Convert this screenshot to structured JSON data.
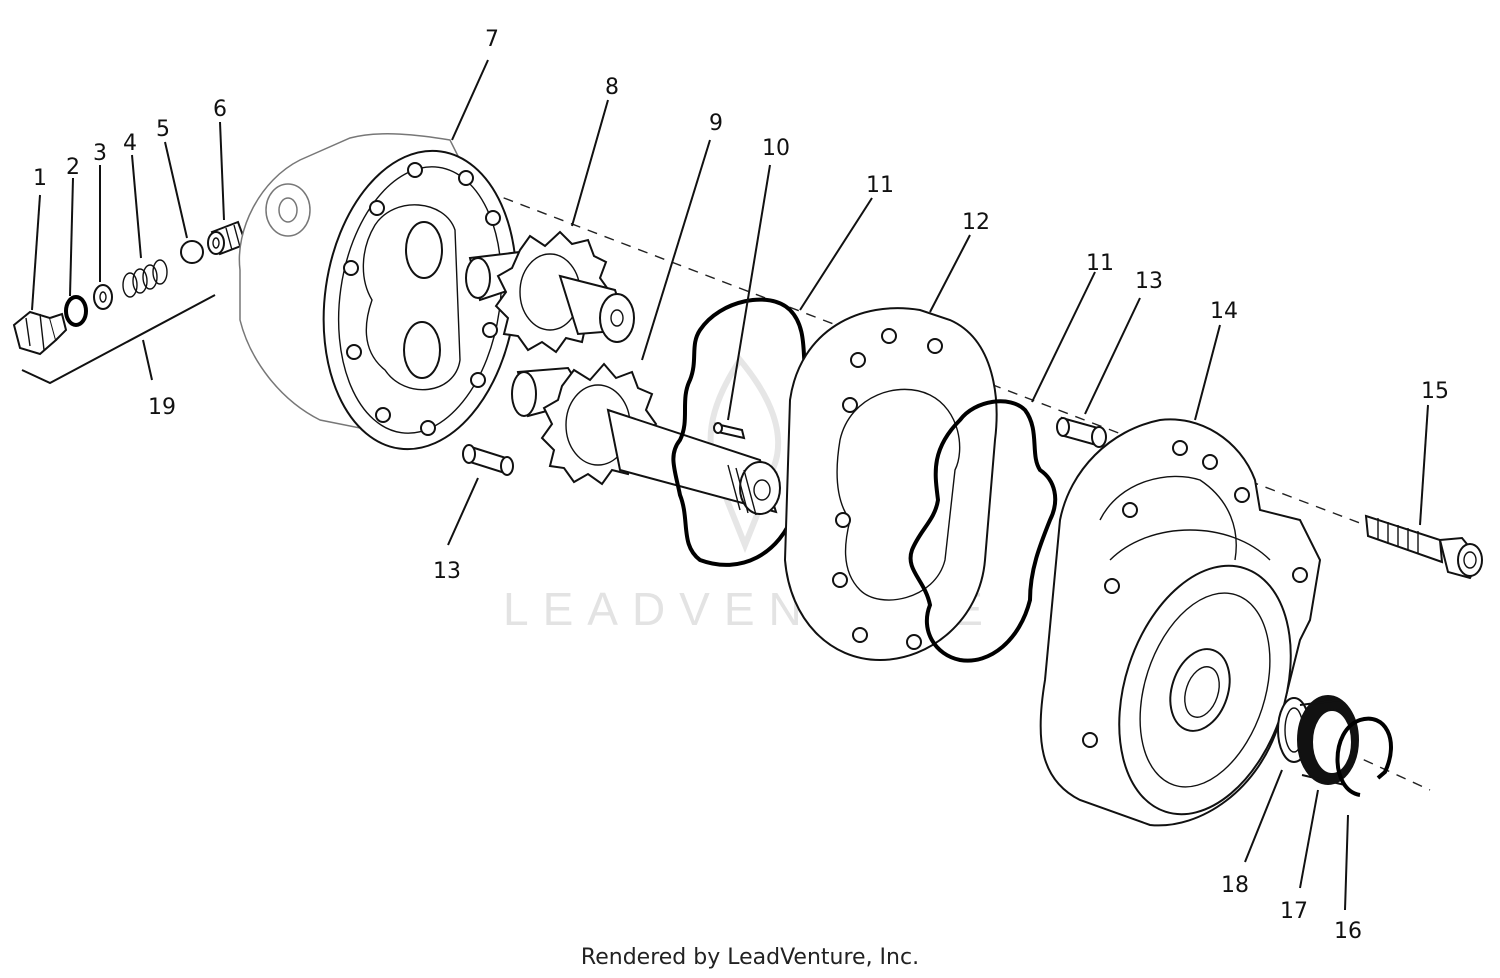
{
  "callouts": [
    {
      "id": "1",
      "label": "1"
    },
    {
      "id": "2",
      "label": "2"
    },
    {
      "id": "3",
      "label": "3"
    },
    {
      "id": "4",
      "label": "4"
    },
    {
      "id": "5",
      "label": "5"
    },
    {
      "id": "6",
      "label": "6"
    },
    {
      "id": "7",
      "label": "7"
    },
    {
      "id": "8",
      "label": "8"
    },
    {
      "id": "9",
      "label": "9"
    },
    {
      "id": "10",
      "label": "10"
    },
    {
      "id": "11a",
      "label": "11"
    },
    {
      "id": "11b",
      "label": "11"
    },
    {
      "id": "12",
      "label": "12"
    },
    {
      "id": "13a",
      "label": "13"
    },
    {
      "id": "13b",
      "label": "13"
    },
    {
      "id": "14",
      "label": "14"
    },
    {
      "id": "15",
      "label": "15"
    },
    {
      "id": "16",
      "label": "16"
    },
    {
      "id": "17",
      "label": "17"
    },
    {
      "id": "18",
      "label": "18"
    },
    {
      "id": "19",
      "label": "19"
    }
  ],
  "watermark": "LEADVENTURE",
  "footer": "Rendered by LeadVenture, Inc."
}
